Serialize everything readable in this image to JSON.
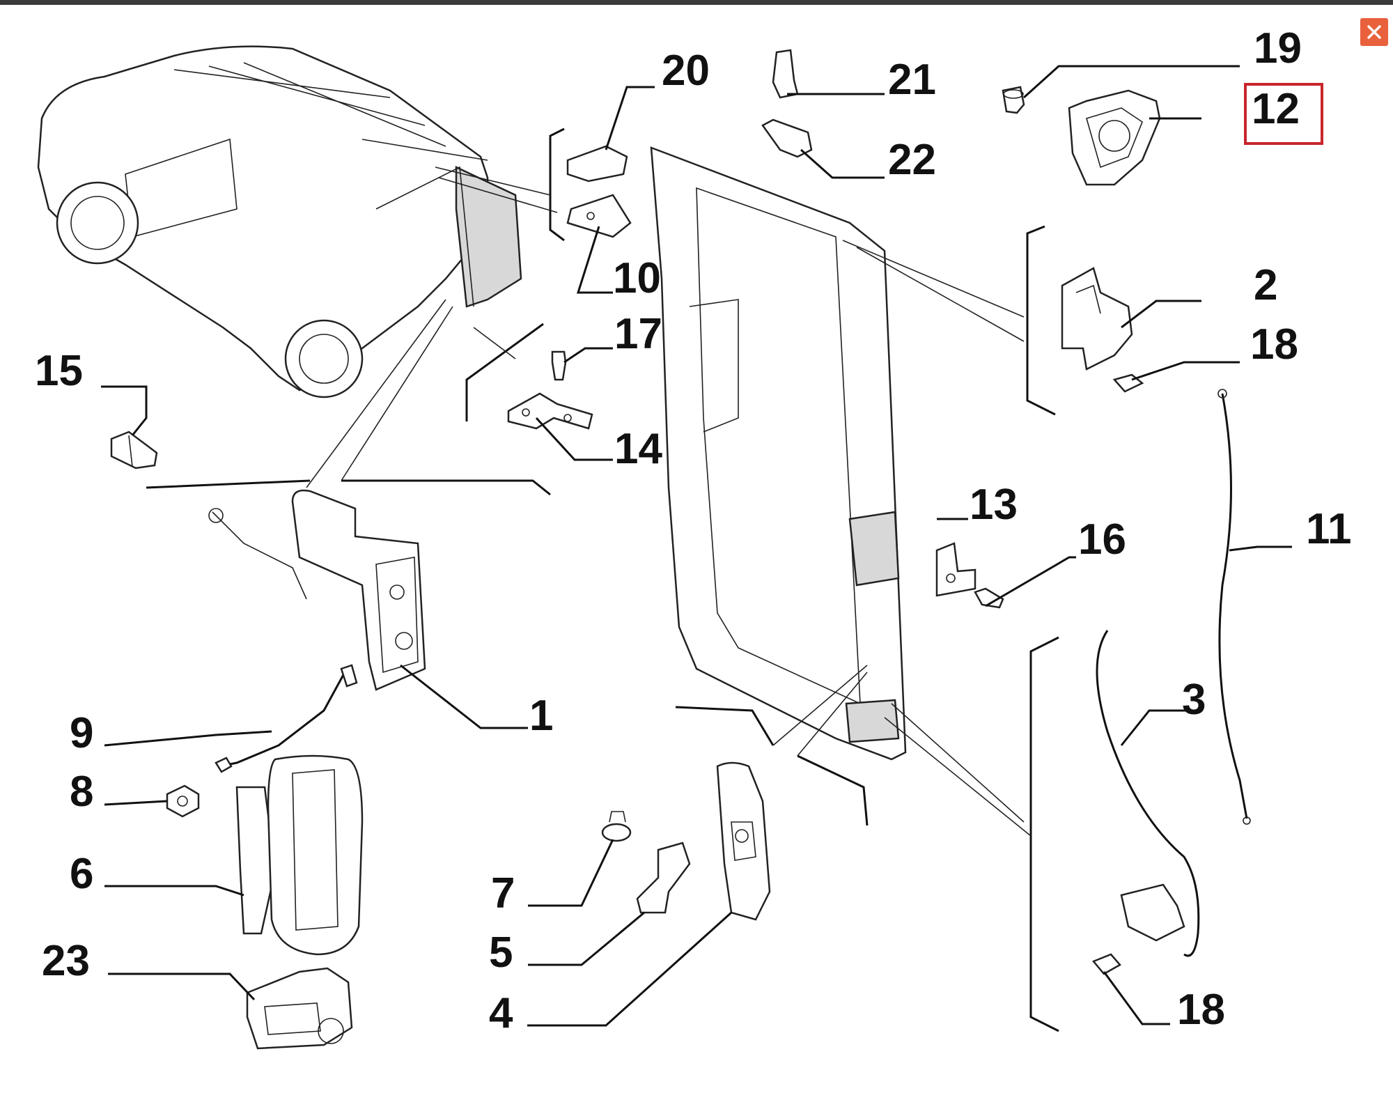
{
  "close_button": {
    "icon": "close-icon",
    "color": "#e8603c"
  },
  "highlight_color": "#c8262c",
  "callouts": [
    {
      "id": "c1",
      "text": "1"
    },
    {
      "id": "c2",
      "text": "2"
    },
    {
      "id": "c3",
      "text": "3"
    },
    {
      "id": "c4",
      "text": "4"
    },
    {
      "id": "c5",
      "text": "5"
    },
    {
      "id": "c6",
      "text": "6"
    },
    {
      "id": "c7",
      "text": "7"
    },
    {
      "id": "c8",
      "text": "8"
    },
    {
      "id": "c9",
      "text": "9"
    },
    {
      "id": "c10",
      "text": "10"
    },
    {
      "id": "c11",
      "text": "11"
    },
    {
      "id": "c12",
      "text": "12",
      "highlighted": true
    },
    {
      "id": "c13",
      "text": "13"
    },
    {
      "id": "c14",
      "text": "14"
    },
    {
      "id": "c15",
      "text": "15"
    },
    {
      "id": "c16",
      "text": "16"
    },
    {
      "id": "c17",
      "text": "17"
    },
    {
      "id": "c18a",
      "text": "18"
    },
    {
      "id": "c18b",
      "text": "18"
    },
    {
      "id": "c19",
      "text": "19"
    },
    {
      "id": "c20",
      "text": "20"
    },
    {
      "id": "c21",
      "text": "21"
    },
    {
      "id": "c22",
      "text": "22"
    },
    {
      "id": "c23",
      "text": "23"
    }
  ]
}
